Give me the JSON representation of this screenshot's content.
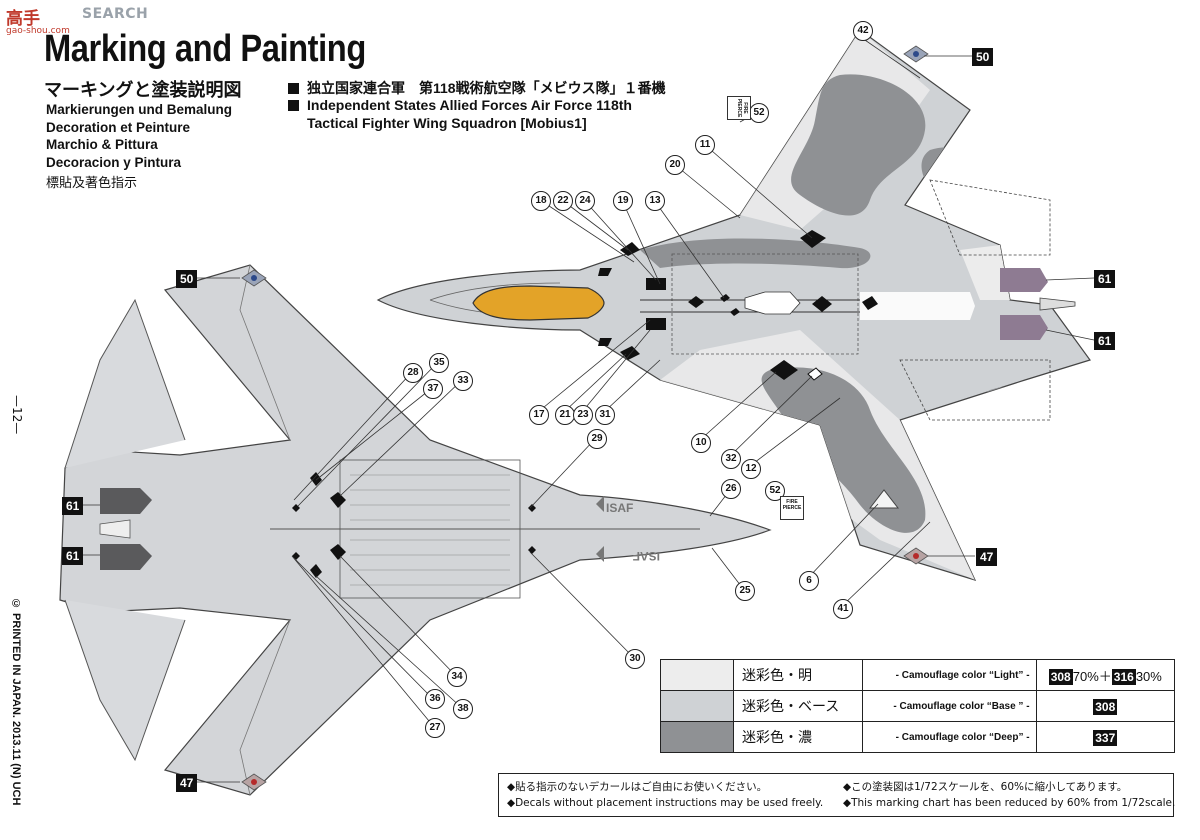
{
  "watermark": {
    "logo": "高手",
    "site": "SEARCH",
    "url": "gao-shou.com"
  },
  "header": {
    "title": "Marking and Painting",
    "subtitle_ja": "マーキングと塗装説明図",
    "subtitle_de": "Markierungen und Bemalung",
    "subtitle_fr": "Decoration et Peinture",
    "subtitle_it": "Marchio & Pittura",
    "subtitle_es": "Decoracion y Pintura",
    "subtitle_zh": "標貼及著色指示"
  },
  "unit": {
    "line_ja": "独立国家連合軍　第118戦術航空隊「メビウス隊」１番機",
    "line_en1": "Independent States Allied Forces Air Force 118th",
    "line_en2": "Tactical Fighter Wing Squadron [Mobius1]"
  },
  "side_text": {
    "page": "—12—",
    "printed": "© PRINTED IN JAPAN. 2013.11 (N) UCH"
  },
  "fire_pierce": "FIRE PIERCE",
  "aircraft_text": {
    "isaf_top": "ISAF",
    "isaf_bottom": "ISAF"
  },
  "callouts_top": [
    "42",
    "52",
    "11",
    "20",
    "18",
    "22",
    "24",
    "19",
    "13",
    "17",
    "21",
    "23",
    "31",
    "10",
    "32",
    "12",
    "52",
    "6",
    "41"
  ],
  "callouts_bottom": [
    "35",
    "28",
    "37",
    "33",
    "29",
    "26",
    "25",
    "30",
    "34",
    "38",
    "36",
    "27"
  ],
  "box_numbers": {
    "n50a": "50",
    "n50b": "50",
    "n61a": "61",
    "n61b": "61",
    "n61c": "61",
    "n61d": "61",
    "n47a": "47",
    "n47b": "47"
  },
  "camouflage": [
    {
      "name_ja": "迷彩色・明",
      "name_en": "- Camouflage color “Light” -",
      "code1": "308",
      "pct1": "70%",
      "plus": "＋",
      "code2": "316",
      "pct2": "30%",
      "color": "#ededed"
    },
    {
      "name_ja": "迷彩色・ベース",
      "name_en": "- Camouflage color “Base ” -",
      "code": "308",
      "color": "#cfd2d5"
    },
    {
      "name_ja": "迷彩色・濃",
      "name_en": "- Camouflage color “Deep” -",
      "code": "337",
      "color": "#8f9194"
    }
  ],
  "notes": {
    "ja1": "◆貼る指示のないデカールはご自由にお使いください。",
    "en1": "◆Decals without placement instructions may be used freely.",
    "ja2": "◆この塗装図は1/72スケールを、60%に縮小してあります。",
    "en2": "◆This marking chart has been reduced by 60% from 1/72scale."
  }
}
